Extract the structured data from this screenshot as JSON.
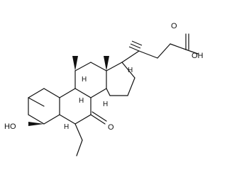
{
  "structure": {
    "carbonyl_o": "O",
    "acid_o": "O",
    "acid_oh": "OH",
    "hydroxyl": "HO",
    "h_c8": "H",
    "h_c9": "H",
    "h_c14": "H",
    "h_c5": "H",
    "h_c17": "H"
  }
}
